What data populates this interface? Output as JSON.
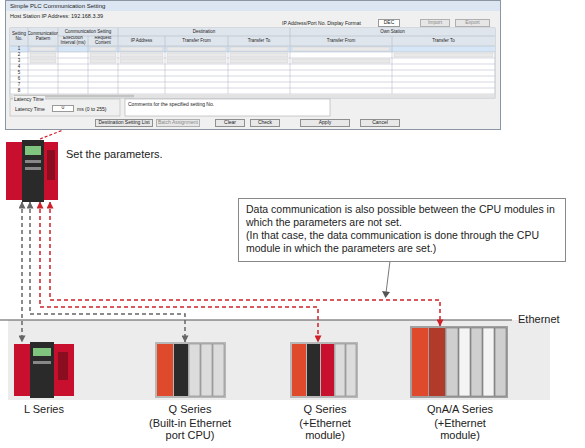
{
  "diagram": {
    "nodes": [
      {
        "text": [
          "Set the parameters."
        ]
      },
      {
        "text": [
          "Data communication is also possible between the CPU modules in which the parameters are not set.",
          "(In that case, the data communication is done through the CPU module in which the parameters are set.)"
        ]
      },
      {
        "text": [
          "L Series"
        ]
      },
      {
        "text": [
          "Q Series",
          "(Built-in Ethernet port CPU)"
        ]
      },
      {
        "text": [
          "Q Series",
          "(+Ethernet module)"
        ]
      },
      {
        "text": [
          "QnA/A Series",
          "(+Ethernet module)"
        ]
      }
    ],
    "edges": [
      {
        "from": 0,
        "to": 2,
        "arrow": "both"
      },
      {
        "from": 0,
        "to": 3,
        "arrow": "both"
      },
      {
        "from": 0,
        "to": 4,
        "arrow": "both"
      },
      {
        "from": 0,
        "to": 5,
        "arrow": "both"
      }
    ],
    "labels": [
      "Simple PLC Communication Setting",
      "Host Station IP Address: 192.168.3.39",
      "IP Address/Port No. Display Format",
      "DEC",
      "Import",
      "Export",
      "Setting No.",
      "Communication Pattern",
      "Communication Setting",
      "Execution Interval (ms)",
      "Request Content",
      "Destination",
      "IP Address",
      "Transfer From",
      "Transfer To",
      "Own Station",
      "Transfer From",
      "Transfer To",
      "1",
      "2",
      "3",
      "4",
      "5",
      "6",
      "7",
      "8",
      "Latency Time",
      "Latency Time",
      "0",
      "ms (0 to 255)",
      "Comments for the specified setting No.",
      "Destination Setting List",
      "Batch Assignment",
      "Clear",
      "Check",
      "Apply",
      "Cancel",
      "Ethernet"
    ]
  }
}
